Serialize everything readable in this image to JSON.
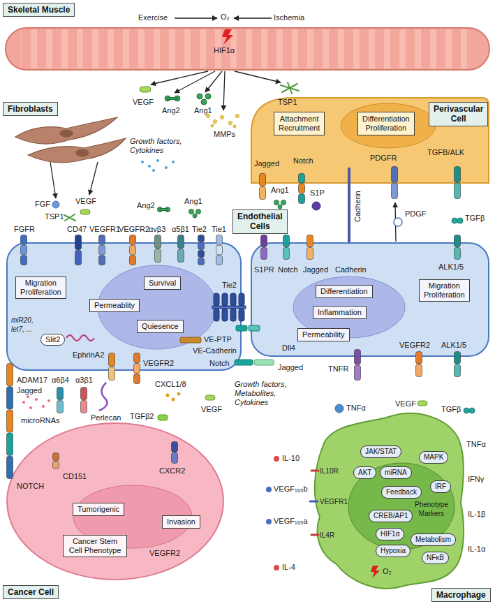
{
  "diagram": {
    "nodes": [
      {
        "text": [
          "Skeletal Muscle"
        ]
      },
      {
        "text": [
          "Fibroblasts"
        ]
      },
      {
        "text": [
          "Perivascular Cell"
        ]
      },
      {
        "text": [
          "Attachment Recruitment"
        ]
      },
      {
        "text": [
          "Differentiation Proliferation"
        ]
      },
      {
        "text": [
          "Endothelial Cells"
        ]
      },
      {
        "text": [
          "Migration Proliferation"
        ]
      },
      {
        "text": [
          "Survival"
        ]
      },
      {
        "text": [
          "Differentiation"
        ]
      },
      {
        "text": [
          "Migration Proliferation"
        ]
      },
      {
        "text": [
          "Permeablity"
        ]
      },
      {
        "text": [
          "Inflammation"
        ]
      },
      {
        "text": [
          "Quiesence"
        ]
      },
      {
        "text": [
          "Permeability"
        ]
      },
      {
        "text": [
          "Slit2"
        ]
      },
      {
        "text": [
          "JAK/STAT"
        ]
      },
      {
        "text": [
          "MAPK"
        ]
      },
      {
        "text": [
          "AKT"
        ]
      },
      {
        "text": [
          "miRNA"
        ]
      },
      {
        "text": [
          "IRF"
        ]
      },
      {
        "text": [
          "Feedback"
        ]
      },
      {
        "text": [
          "Tumorigenic"
        ]
      },
      {
        "text": [
          "CREB/AP1"
        ]
      },
      {
        "text": [
          "Invasion"
        ]
      },
      {
        "text": [
          "HIF1α"
        ]
      },
      {
        "text": [
          "Metabolism"
        ]
      },
      {
        "text": [
          "Cancer Stem Cell Phenotype"
        ]
      },
      {
        "text": [
          "Hypoxia"
        ]
      },
      {
        "text": [
          "NFκB"
        ]
      },
      {
        "text": [
          "Cancer Cell"
        ]
      },
      {
        "text": [
          "Macrophage"
        ]
      }
    ],
    "labels": [
      "Exercise",
      "O₂",
      "Ischemia",
      "HIF1α",
      "VEGF",
      "Ang2",
      "Ang1",
      "TSP1",
      "MMPs",
      "Growth factors, Cytokines",
      "Jagged",
      "Notch",
      "PDGFR",
      "TGFB/ALK",
      "Ang1",
      "S1P",
      "Cadherin",
      "FGF",
      "VEGF",
      "Ang2",
      "Ang1",
      "PDGF",
      "TGFβ",
      "TSP1",
      "FGFR",
      "CD47",
      "VEGFR1",
      "VEGFR2",
      "αvβ3",
      "α5β1",
      "Tie2",
      "Tie1",
      "S1PR",
      "Notch",
      "Jagged",
      "Cadherin",
      "ALK1/5",
      "Tie2",
      "miR20, let7, ...",
      "VE-PTP",
      "VEGFR2",
      "ALK1/5",
      "VE-Cadherin",
      "Dll4",
      "EphrinA2",
      "VEGFR2",
      "Notch",
      "Jagged",
      "TNFR",
      "ADAM17",
      "α6β4",
      "α3β1",
      "Growth factors, Metabolites, Cytokines",
      "CXCL1/8",
      "Jagged",
      "VEGF",
      "TNFα",
      "TGFβ",
      "VEGF",
      "Perlecan",
      "TGFβ2",
      "microRNAs",
      "TNFα",
      "IL-10",
      "IL10R",
      "CXCR2",
      "CD151",
      "IFNγ",
      "NOTCH",
      "VEGF₁₆₅b",
      "VEGFR1",
      "Phenotype Markers",
      "IL-1β",
      "VEGF₁₆₅a",
      "IL4R",
      "IL-1α",
      "VEGFR2",
      "IL-4",
      "O₂"
    ]
  }
}
